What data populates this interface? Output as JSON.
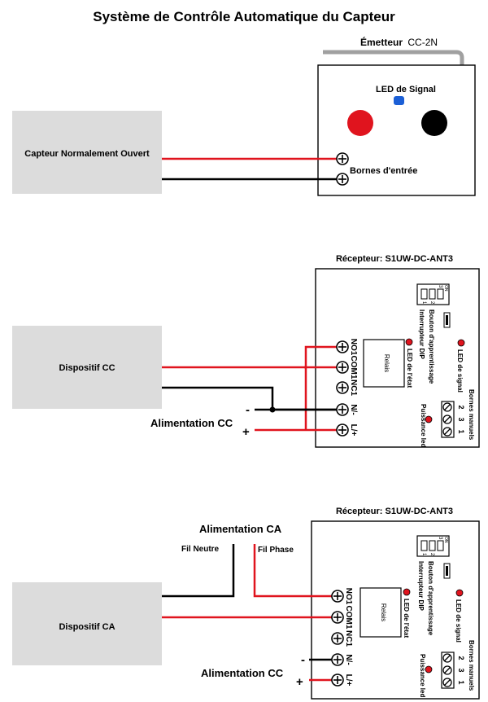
{
  "title": "Système de Contrôle Automatique du Capteur",
  "section1": {
    "sensor_label": "Capteur Normalement Ouvert",
    "transmitter_label_bold": "Émetteur",
    "transmitter_label_model": "CC-2N",
    "signal_led_label": "LED de Signal",
    "input_terminals_label": "Bornes d'entrée"
  },
  "section2": {
    "receiver_label": "Récepteur: S1UW-DC-ANT3",
    "device_label": "Dispositif CC",
    "power_label": "Alimentation CC",
    "minus": "-",
    "plus": "+",
    "terminals": [
      "NO1",
      "COM1",
      "NC1",
      "N/-",
      "L/+"
    ],
    "relay_label": "Relais",
    "status_led_label": "LED de l'état",
    "dip_label": "Interrupteur DIP",
    "learn_button_label": "Bouton d'apprentissage",
    "signal_led_label": "LED de signal",
    "manual_terminals_label": "Bornes manuels",
    "power_led_label": "Puissance led",
    "dip_numbers": [
      "1",
      "2",
      "3"
    ],
    "dip_on": "ON",
    "manual_numbers": [
      "2",
      "3",
      "1"
    ]
  },
  "section3": {
    "receiver_label": "Récepteur: S1UW-DC-ANT3",
    "device_label": "Dispositif CA",
    "ac_power_label": "Alimentation CA",
    "neutral_label": "Fil Neutre",
    "phase_label": "Fil Phase",
    "power_label": "Alimentation CC",
    "minus": "-",
    "plus": "+",
    "terminals": [
      "NO1",
      "COM1",
      "NC1",
      "N/-",
      "L/+"
    ],
    "relay_label": "Relais",
    "status_led_label": "LED de l'état",
    "dip_label": "Interrupteur DIP",
    "learn_button_label": "Bouton d'apprentissage",
    "signal_led_label": "LED de signal",
    "manual_terminals_label": "Bornes manuels",
    "power_led_label": "Puissance led",
    "dip_numbers": [
      "1",
      "2",
      "3"
    ],
    "dip_on": "ON",
    "manual_numbers": [
      "2",
      "3",
      "1"
    ]
  },
  "colors": {
    "wire_red": "#e0141e",
    "wire_black": "#000000",
    "box_gray": "#dcdcdc",
    "led_blue": "#1b5fd6",
    "led_red": "#e0141e",
    "antenna_gray": "#a0a0a0"
  }
}
